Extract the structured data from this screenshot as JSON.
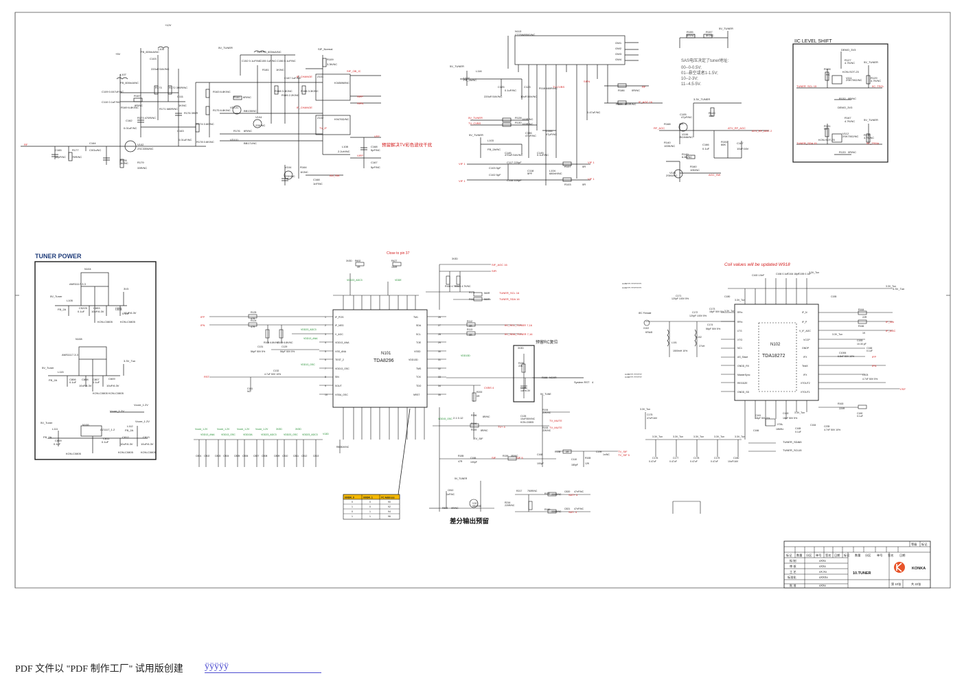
{
  "sheet": {
    "section_labels": {
      "tuner_power": "TUNER POWER",
      "iic_level_shift": "IIC LEVEL SHIFT",
      "coil_note": "Coil values will be updated W918",
      "close_to_pin": "Close to pin 37",
      "cn_filter_note": "预留解决TV彩色波纹干扰",
      "cn_diff_output": "差分输出预留",
      "cn_rc_reset": "预留RC复位"
    },
    "sas_note": {
      "title": "SAS电压决定了tuner地址:",
      "lines": [
        "00--0-0.5V;",
        "01--悬空或者1-1.5V;",
        "10--2-3V;",
        "11--4.5-5V."
      ]
    },
    "chips": [
      {
        "ref": "N101",
        "part": "TDA8296"
      },
      {
        "ref": "N102",
        "part": "TDA18272"
      },
      {
        "ref": "N113",
        "part": "CT75W8500NC"
      },
      {
        "ref": "N104",
        "part": "AMS1117-3.3"
      },
      {
        "ref": "N105",
        "part": "AMS1117-3.3"
      },
      {
        "ref": "N106",
        "part": "AZ1117-1.2"
      }
    ],
    "net_labels": [
      "5V_TUNER",
      "TUNER_SCL",
      "TUNER_SDA",
      "3.3V_Tun",
      "SIF_Normal",
      "IF_AGC",
      "RF_AGC",
      "TV_SIF",
      "TV_CVBS",
      "5V_Tuner",
      "System RST",
      "DEMO_3V3",
      "5V_TUNER",
      "IF_AGC 16",
      "AGC_SW",
      "CVBS_OUT",
      "SIF_AGC",
      "TV_SW",
      "TUNER_SCL_5V",
      "TUNER_SDA_5V"
    ],
    "iic_parts": [
      "R127 4.7K",
      "R128 4.7K",
      "R129 4.7K",
      "R130 4.7K",
      "V111 2SK7002",
      "V112 2SK7002"
    ],
    "address_table": {
      "headers": [
        "I/I0DR_0",
        "I/I0DR_1",
        "I²C Address"
      ],
      "rows": [
        [
          "0",
          "0",
          "90"
        ],
        [
          "1",
          "0",
          "92"
        ],
        [
          "0",
          "1",
          "94"
        ],
        [
          "1",
          "1",
          "96"
        ]
      ]
    },
    "title_block": {
      "rev_header": [
        "标记",
        "数量",
        "分区",
        "单号",
        "签名",
        "日期",
        "标记",
        "数量",
        "分区",
        "单号",
        "签名",
        "日期"
      ],
      "rows": [
        {
          "role": "拟 制",
          "name": "xXXx"
        },
        {
          "role": "审 核",
          "name": "xXXx"
        },
        {
          "role": "工 艺",
          "name": "xX.Xx"
        },
        {
          "role": "标准化",
          "name": "xXXXx"
        },
        {
          "role": "批 准",
          "name": "xXXx"
        }
      ],
      "top_right": [
        "等级",
        "标记"
      ],
      "drawing_title": "10.TUNER",
      "brand": "KONKA",
      "sheet_no": "第 10张",
      "sheet_total": "共 22张"
    }
  },
  "footer": {
    "text": "PDF 文件以 \"PDF 制作工厂\" 试用版创建",
    "link": "ÿÿÿÿÿ"
  },
  "colors": {
    "ink": "#1a1a1a",
    "net_red": "#d42020",
    "net_green": "#1a8a2a",
    "title_red": "#d42020",
    "section_blue": "#1f3c7a",
    "brand_orange": "#e8542a"
  }
}
